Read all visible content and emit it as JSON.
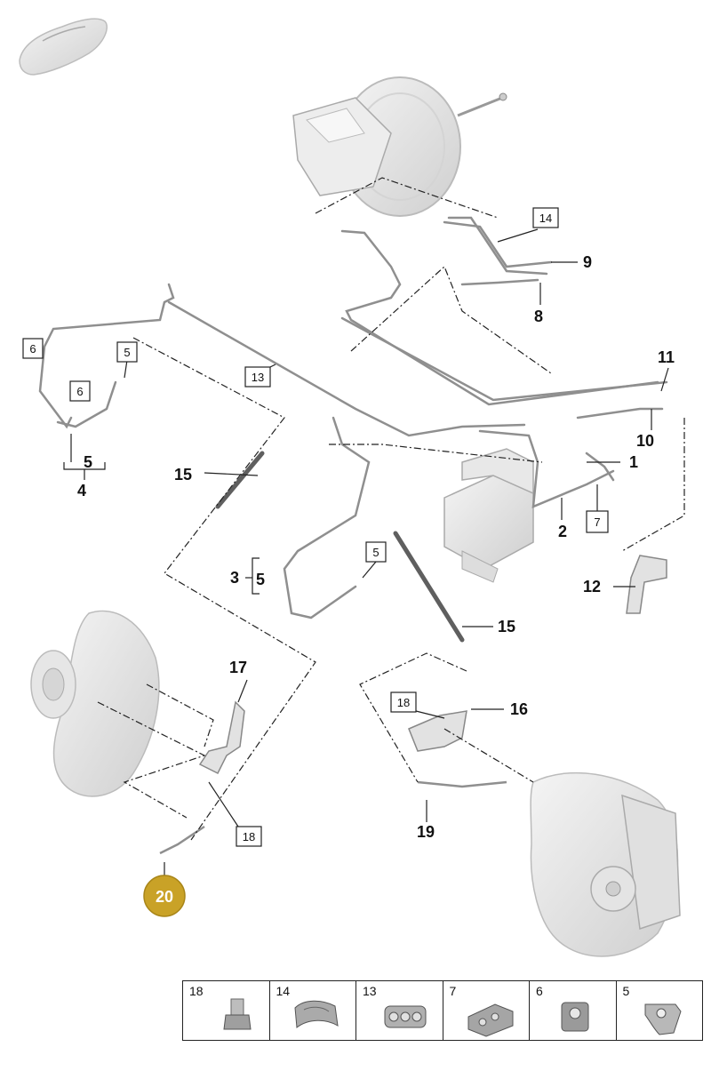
{
  "callouts": {
    "c1": "1",
    "c2": "2",
    "c3": "3",
    "c4": "4",
    "c5a": "5",
    "c5b": "5",
    "c8": "8",
    "c9": "9",
    "c10": "10",
    "c11": "11",
    "c12": "12",
    "c15a": "15",
    "c15b": "15",
    "c16": "16",
    "c17": "17",
    "c19": "19",
    "c20": "20"
  },
  "boxed_callouts": {
    "b6a": "6",
    "b6b": "6",
    "b5a": "5",
    "b5b": "5",
    "b13": "13",
    "b14": "14",
    "b7": "7",
    "b18a": "18",
    "b18b": "18"
  },
  "highlight_color": "#C9A227",
  "legend": [
    {
      "num": "18",
      "icon": "bolt-icon"
    },
    {
      "num": "14",
      "icon": "double-clip-icon"
    },
    {
      "num": "13",
      "icon": "quad-clip-icon"
    },
    {
      "num": "7",
      "icon": "triple-clip-icon"
    },
    {
      "num": "6",
      "icon": "single-clip-icon"
    },
    {
      "num": "5",
      "icon": "bracket-clip-icon"
    }
  ]
}
